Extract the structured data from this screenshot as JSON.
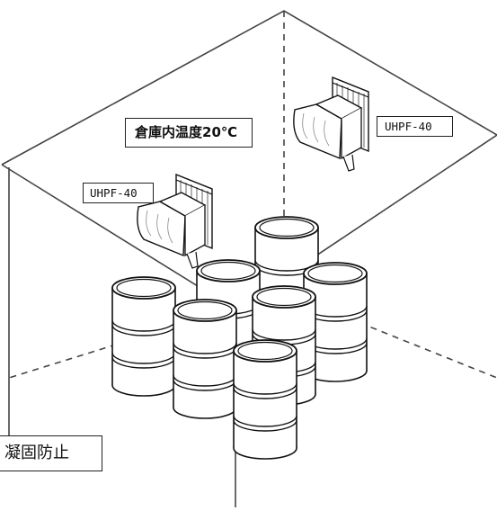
{
  "room": {
    "temperature_label": "倉庫内温度20℃"
  },
  "units": {
    "left_label": "UHPF-40",
    "right_label": "UHPF-40"
  },
  "caption": "凝固防止"
}
